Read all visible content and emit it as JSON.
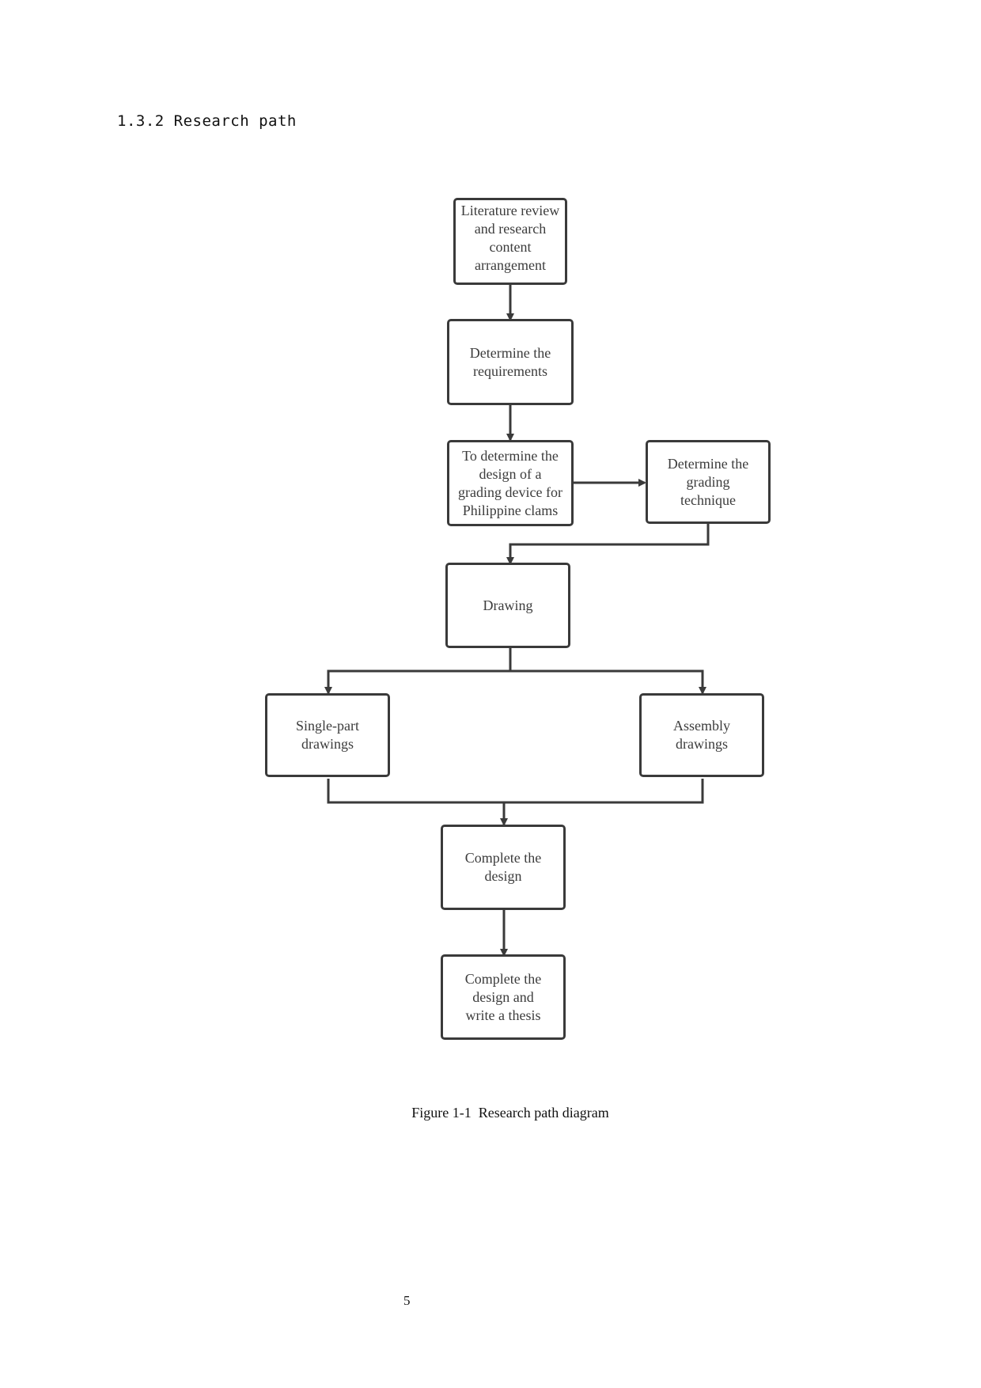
{
  "section": {
    "heading": "1.3.2 Research path"
  },
  "diagram": {
    "nodes": [
      {
        "id": "literature-review",
        "label": "Literature review and research content arrangement"
      },
      {
        "id": "requirements",
        "label": "Determine the requirements"
      },
      {
        "id": "device-design",
        "label": "To determine the design of a grading device for Philippine clams"
      },
      {
        "id": "grading-technique",
        "label": "Determine the grading technique"
      },
      {
        "id": "drawing",
        "label": "Drawing"
      },
      {
        "id": "single-part",
        "label": "Single-part drawings"
      },
      {
        "id": "assembly",
        "label": "Assembly drawings"
      },
      {
        "id": "complete-design",
        "label": "Complete the design"
      },
      {
        "id": "write-thesis",
        "label": "Complete the design and write a thesis"
      }
    ],
    "edges": [
      [
        "literature-review",
        "requirements"
      ],
      [
        "requirements",
        "device-design"
      ],
      [
        "device-design",
        "grading-technique"
      ],
      [
        "grading-technique",
        "drawing"
      ],
      [
        "drawing",
        "single-part"
      ],
      [
        "drawing",
        "assembly"
      ],
      [
        "single-part",
        "complete-design"
      ],
      [
        "assembly",
        "complete-design"
      ],
      [
        "complete-design",
        "write-thesis"
      ]
    ],
    "line_color": "#3a3a3a"
  },
  "figure": {
    "caption": "Figure 1-1  Research path diagram"
  },
  "page": {
    "number": "5"
  }
}
